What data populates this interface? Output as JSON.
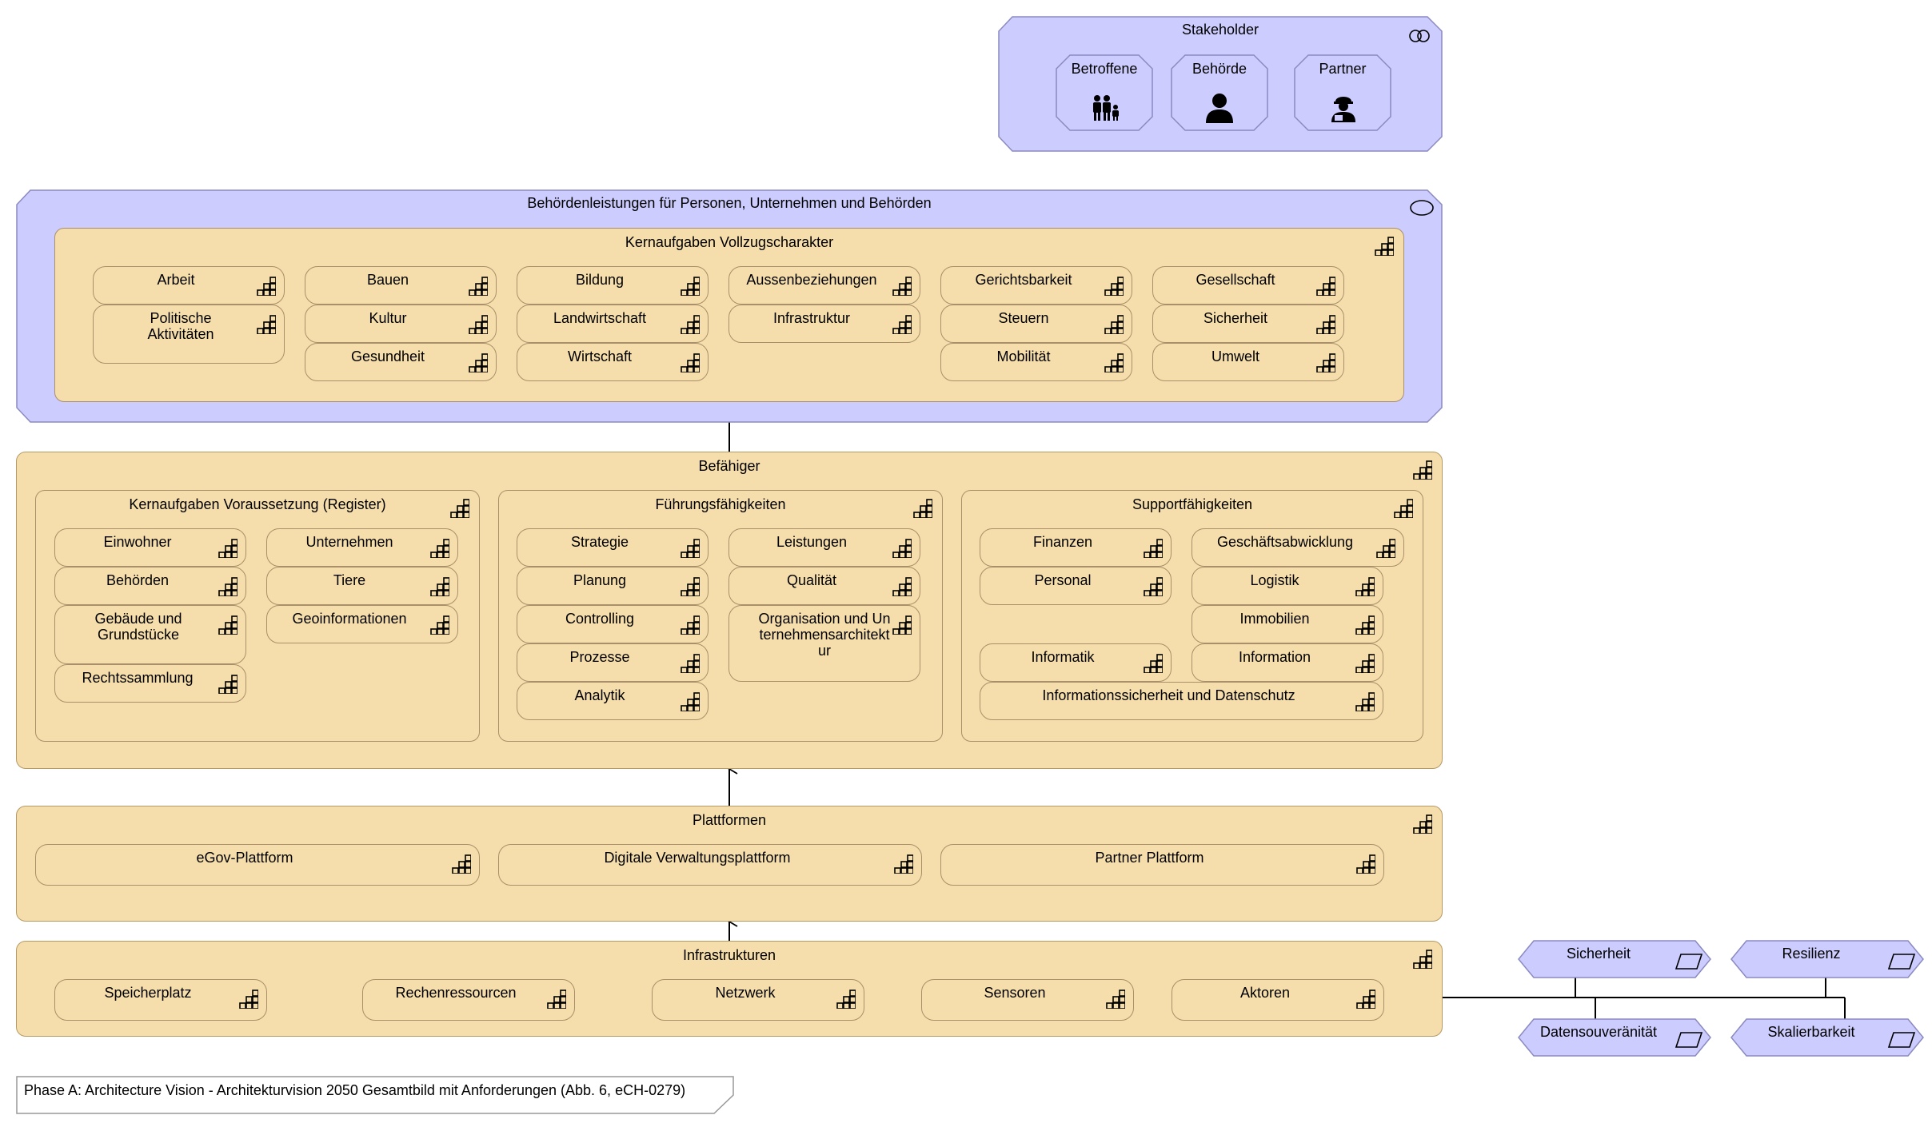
{
  "stakeholder": {
    "title": "Stakeholder",
    "items": [
      {
        "label": "Betroffene",
        "icon": "family-icon"
      },
      {
        "label": "Behörde",
        "icon": "person-icon"
      },
      {
        "label": "Partner",
        "icon": "worker-icon"
      }
    ]
  },
  "services": {
    "title": "Behördenleistungen für Personen, Unternehmen und Behörden",
    "core": {
      "title": "Kernaufgaben Vollzugscharakter",
      "items": [
        "Arbeit",
        "Politische Aktivitäten",
        "Bauen",
        "Kultur",
        "Gesundheit",
        "Bildung",
        "Landwirtschaft",
        "Wirtschaft",
        "Aussenbeziehungen",
        "Infrastruktur",
        "Gerichtsbarkeit",
        "Steuern",
        "Mobilität",
        "Gesellschaft",
        "Sicherheit",
        "Umwelt"
      ]
    }
  },
  "enablers": {
    "title": "Befähiger",
    "register": {
      "title": "Kernaufgaben Voraussetzung (Register)",
      "items": [
        "Einwohner",
        "Behörden",
        "Gebäude und Grundstücke",
        "Rechtssammlung",
        "Unternehmen",
        "Tiere",
        "Geoinformationen"
      ]
    },
    "leadership": {
      "title": "Führungsfähigkeiten",
      "items": [
        "Strategie",
        "Planung",
        "Controlling",
        "Prozesse",
        "Analytik",
        "Leistungen",
        "Qualität",
        "Organisation und Unternehmensarchitektur"
      ]
    },
    "support": {
      "title": "Supportfähigkeiten",
      "items": [
        "Finanzen",
        "Personal",
        "Informatik",
        "Geschäftsabwicklung",
        "Logistik",
        "Immobilien",
        "Information",
        "Informationssicherheit und Datenschutz"
      ]
    }
  },
  "platforms": {
    "title": "Plattformen",
    "items": [
      "eGov-Plattform",
      "Digitale Verwaltungsplattform",
      "Partner Plattform"
    ]
  },
  "infrastructure": {
    "title": "Infrastrukturen",
    "items": [
      "Speicherplatz",
      "Rechenressourcen",
      "Netzwerk",
      "Sensoren",
      "Aktoren"
    ]
  },
  "requirements": [
    "Sicherheit",
    "Resilienz",
    "Datensouveränität",
    "Skalierbarkeit"
  ],
  "caption": "Phase A: Architecture Vision - Architekturvision 2050 Gesamtbild mit Anforderungen (Abb. 6, eCH-0279)",
  "colors": {
    "capability": "#f5deab",
    "capability_border": "#a9906a",
    "service": "#ccccff",
    "service_border": "#8a8ac0"
  }
}
